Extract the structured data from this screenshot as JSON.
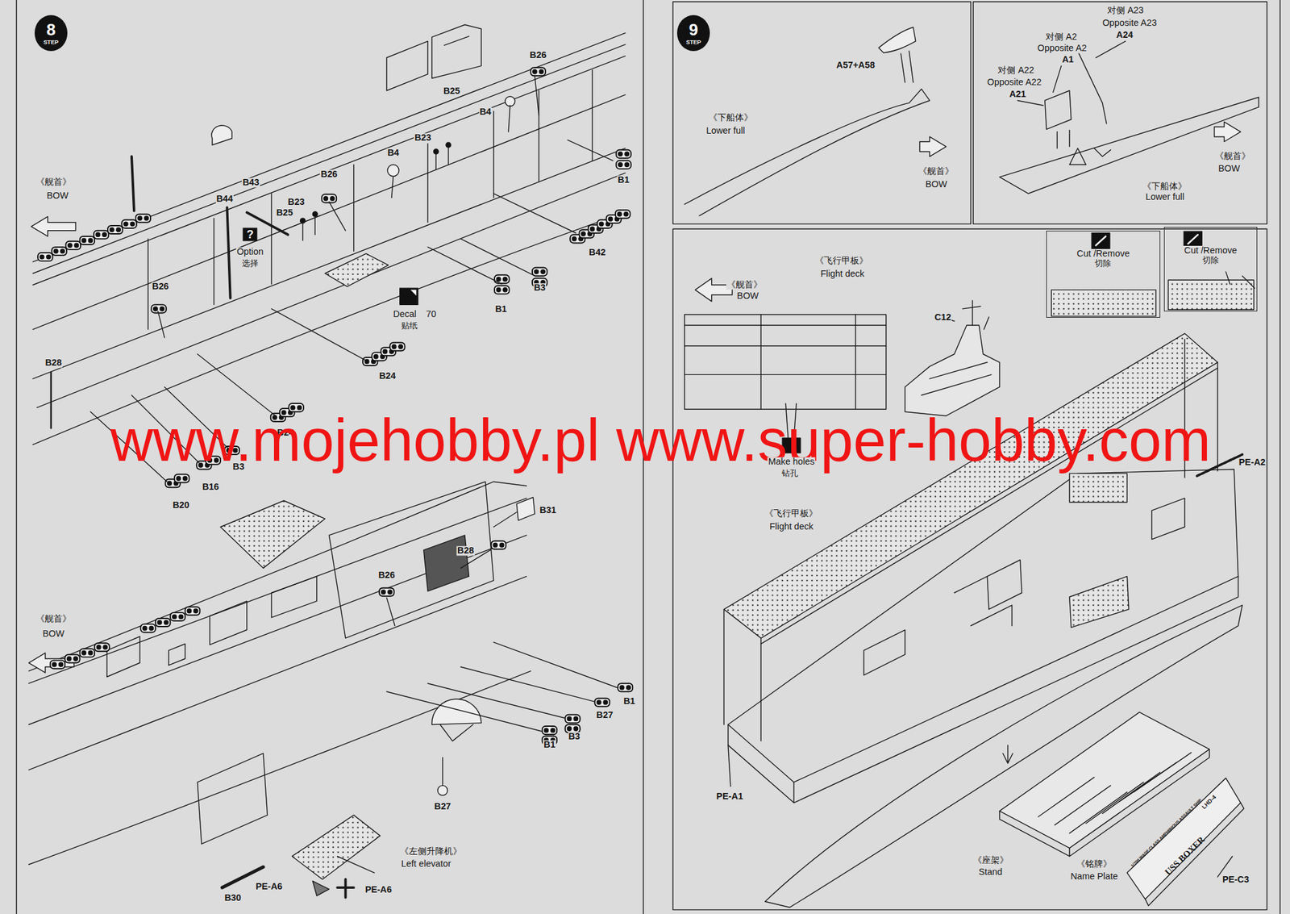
{
  "diagram": {
    "nodes": [
      {
        "text": [
          "8",
          "STEP"
        ]
      },
      {
        "text": [
          "9",
          "STEP"
        ]
      },
      {
        "text": [
          "Cut /Remove",
          "切除"
        ]
      },
      {
        "text": [
          "Cut /Remove",
          "切除"
        ]
      }
    ],
    "labels": [
      "《舰首》",
      "BOW",
      "B26",
      "B25",
      "B4",
      "B23",
      "B4",
      "B1",
      "B26",
      "B43",
      "B23",
      "B25",
      "B44",
      "?",
      "Option",
      "选择",
      "B42",
      "B3",
      "B1",
      "Decal",
      "70",
      "贴纸",
      "B26",
      "B24",
      "B28",
      "B24",
      "B3",
      "B16",
      "B20",
      "www.mojehobby.pl www.super-hobby.com",
      "B31",
      "B28",
      "B26",
      "《舰首》",
      "BOW",
      "B1",
      "B27",
      "B3",
      "B1",
      "B27",
      "《左侧升降机》",
      "Left elevator",
      "B30",
      "PE-A6",
      "PE-A6",
      "A57+A58",
      "《下船体》",
      "Lower full",
      "《舰首》",
      "BOW",
      "对侧 A23",
      "Opposite A23",
      "A24",
      "对侧 A2",
      "Opposite A2",
      "A1",
      "对侧 A22",
      "Opposite A22",
      "A21",
      "《舰首》",
      "BOW",
      "《下船体》",
      "Lower full",
      "《舰首》",
      "BOW",
      "《飞行甲板》",
      "Flight deck",
      "C12",
      "Make holes",
      "钻孔",
      "PE-A2",
      "《飞行甲板》",
      "Flight deck",
      "PE-A1",
      "《座架》",
      "Stand",
      "《铭牌》",
      "Name Plate",
      "1/700 WASP CLASS AMPHIBIOUS ASSAULT SHIP",
      "LHD-4",
      "USS BOXER",
      "PE-C3"
    ]
  }
}
